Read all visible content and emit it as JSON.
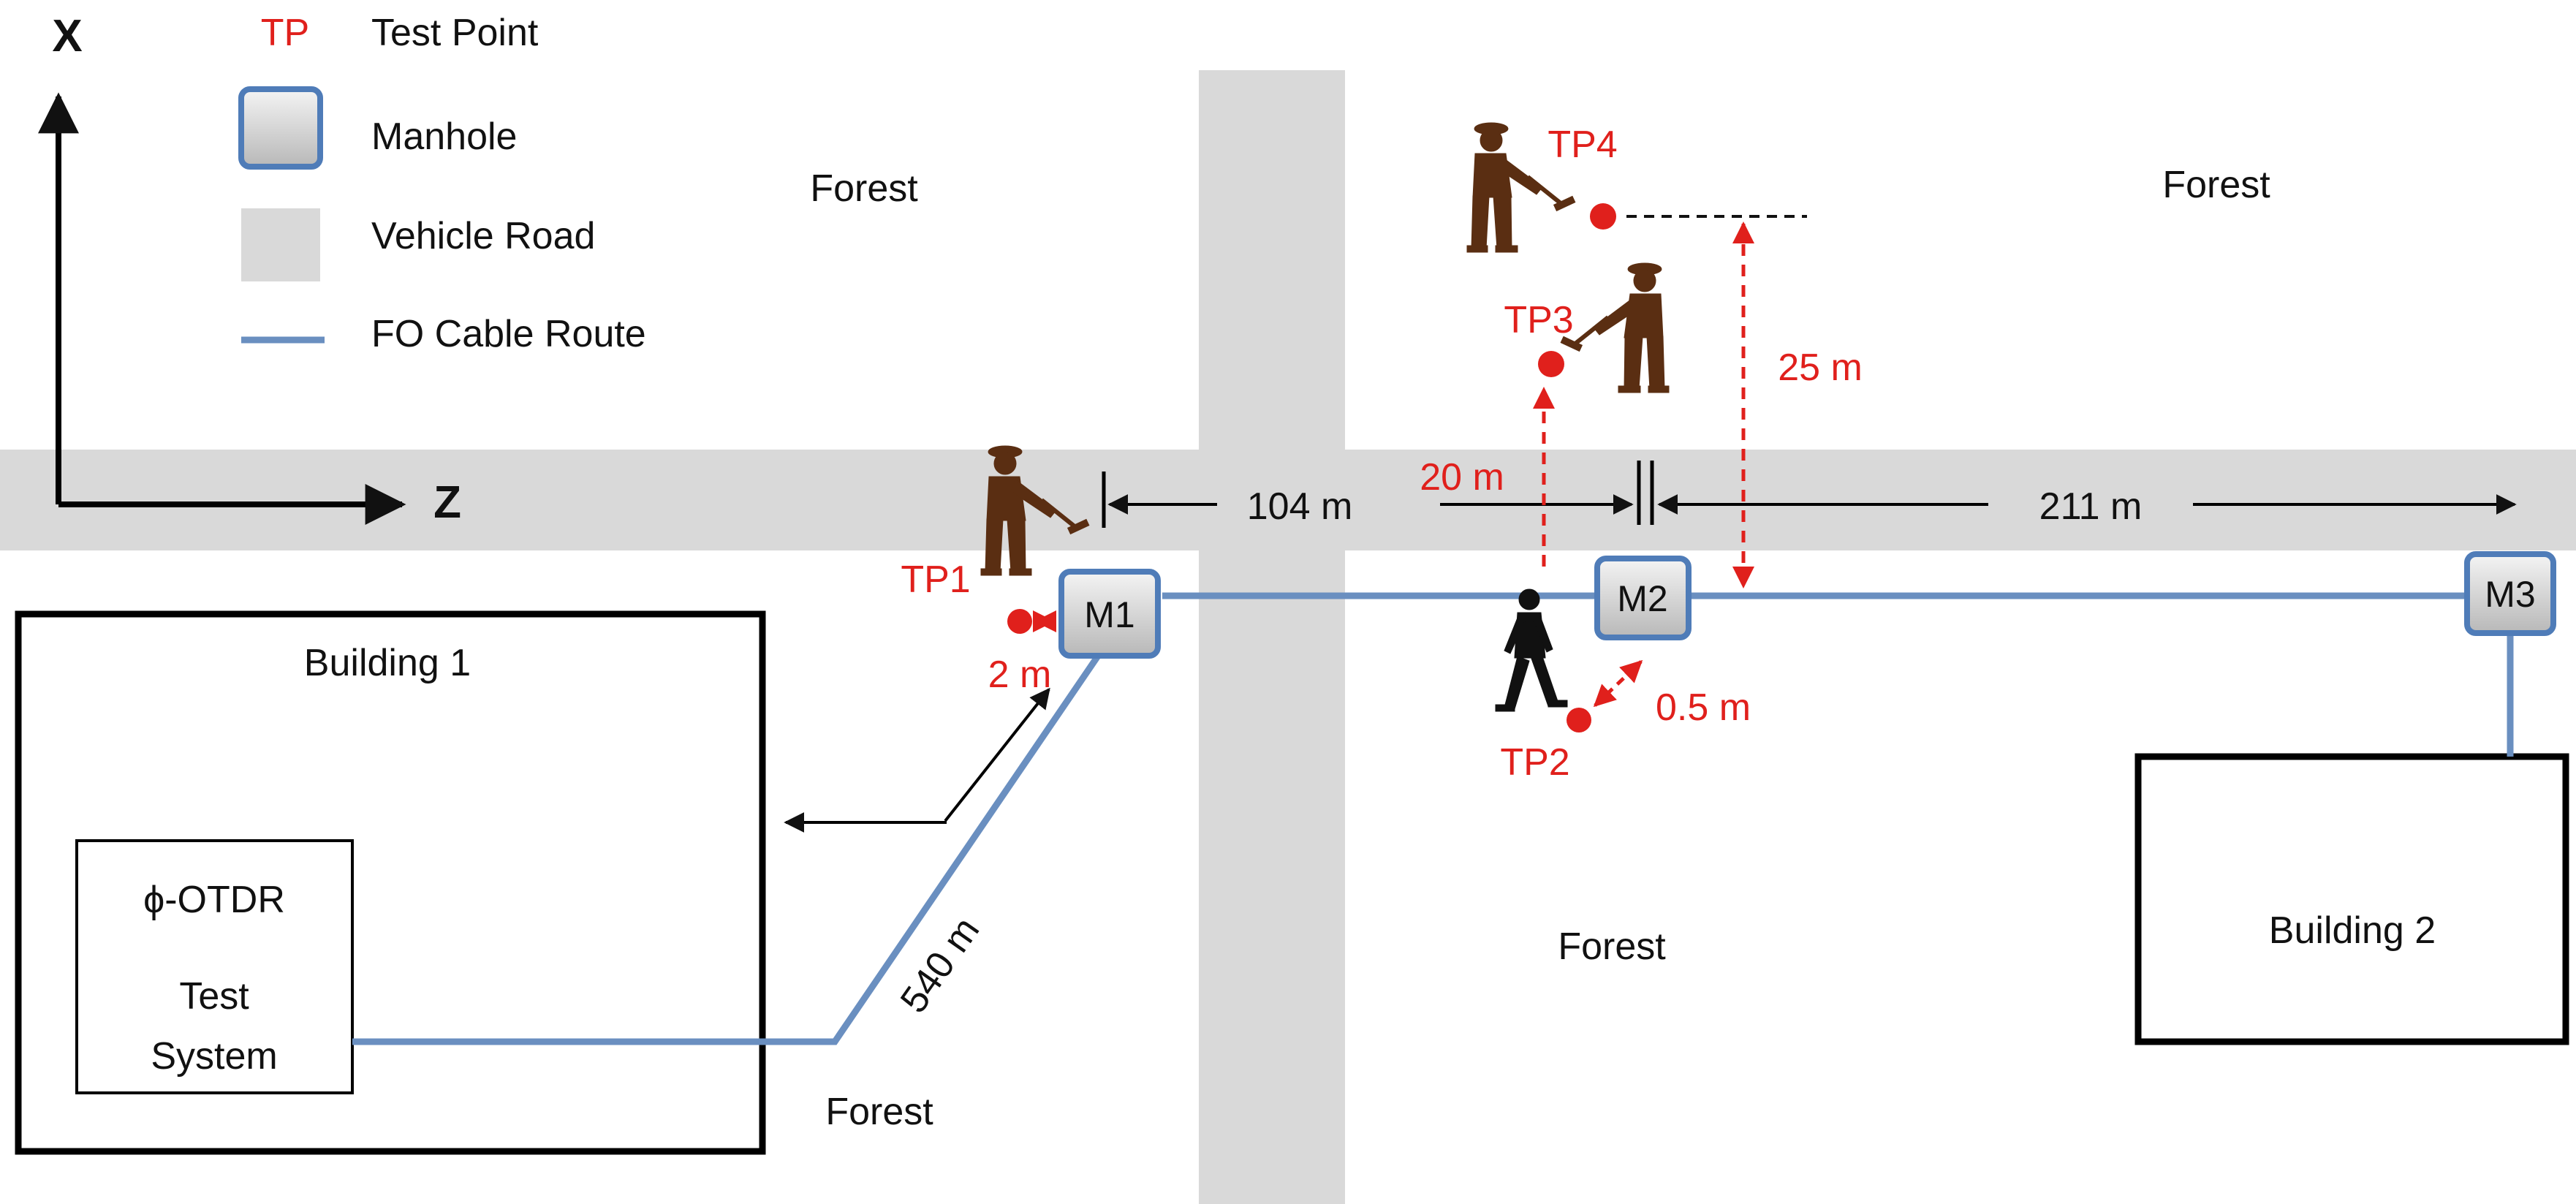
{
  "axes": {
    "x_label": "X",
    "z_label": "Z"
  },
  "legend": {
    "test_point": {
      "abbr": "TP",
      "label": "Test Point"
    },
    "manhole": "Manhole",
    "vehicle_road": "Vehicle Road",
    "fo_cable": "FO Cable Route"
  },
  "areas": {
    "forest": "Forest",
    "building_1": "Building 1",
    "building_2": "Building 2"
  },
  "system": {
    "line1": "ϕ-OTDR",
    "line2": "Test",
    "line3": "System"
  },
  "manholes": {
    "m1": "M1",
    "m2": "M2",
    "m3": "M3"
  },
  "test_points": {
    "tp1": "TP1",
    "tp2": "TP2",
    "tp3": "TP3",
    "tp4": "TP4"
  },
  "distances": {
    "cable_540": "540 m",
    "road_104": "104  m",
    "span_211": "211 m",
    "tp1_2": "2 m",
    "tp2_05": "0.5 m",
    "tp3_20": "20 m",
    "tp4_25": "25 m"
  },
  "colors": {
    "road": "#d9d9d9",
    "cable": "#6a8fc0",
    "manhole_border": "#4f7cb8",
    "test_point": "#e0201c",
    "worker": "#5a2e12"
  }
}
